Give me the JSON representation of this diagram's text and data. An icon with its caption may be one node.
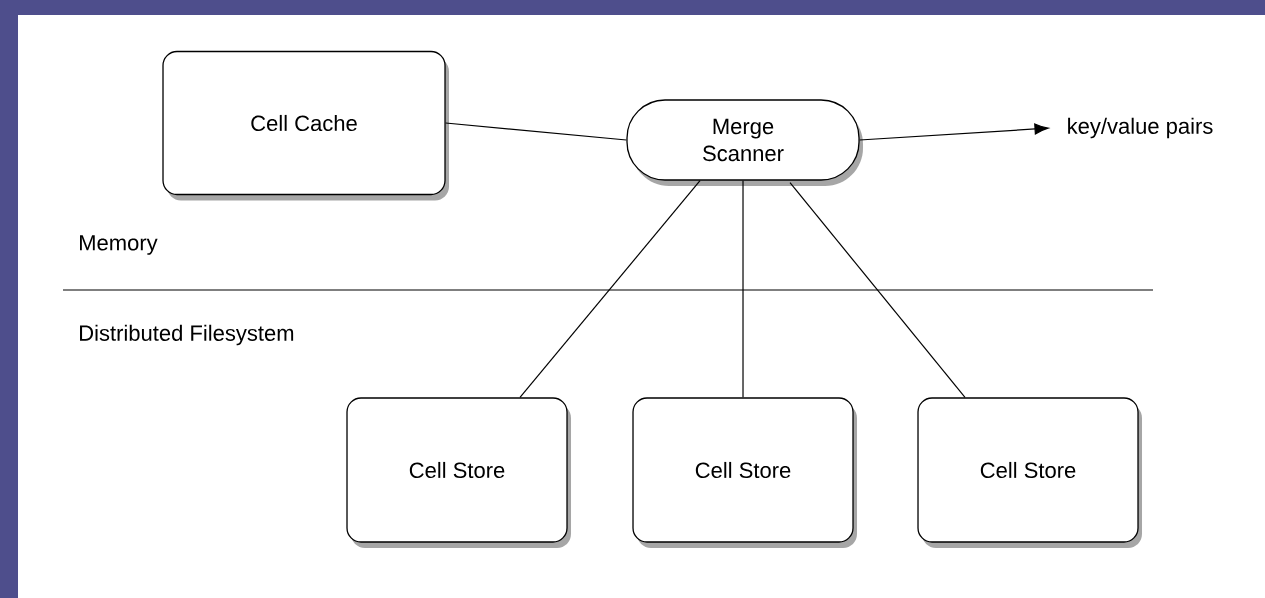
{
  "diagram": {
    "nodes": [
      {
        "text": [
          "Cell Cache"
        ]
      },
      {
        "text": [
          "Merge Scanner"
        ]
      },
      {
        "text": [
          "key/value pairs"
        ]
      },
      {
        "text": [
          "Cell Store"
        ]
      },
      {
        "text": [
          "Cell Store"
        ]
      },
      {
        "text": [
          "Cell Store"
        ]
      }
    ],
    "edges": [
      {
        "from": 0,
        "to": 1,
        "arrow": "none"
      },
      {
        "from": 1,
        "to": 2,
        "arrow": "to"
      },
      {
        "from": 1,
        "to": 3,
        "arrow": "none"
      },
      {
        "from": 1,
        "to": 4,
        "arrow": "none"
      },
      {
        "from": 1,
        "to": 5,
        "arrow": "none"
      }
    ],
    "labels": [
      "Memory",
      "Distributed Filesystem"
    ]
  }
}
